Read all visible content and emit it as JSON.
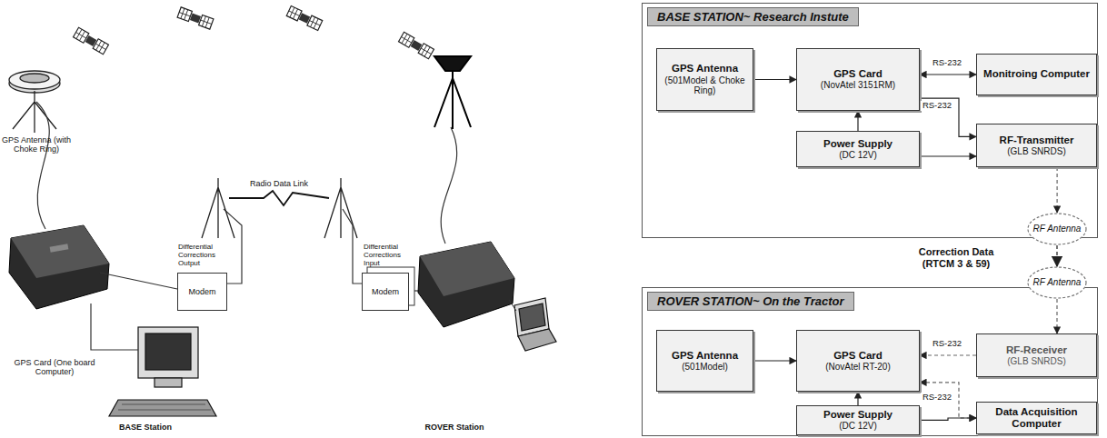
{
  "diagram": {
    "nodes": [
      {
        "text": [
          "Modem"
        ]
      },
      {
        "text": [
          "Modem"
        ]
      },
      {
        "text": [
          "BASE STATION~ Research Instute"
        ]
      },
      {
        "text": [
          "GPS Antenna",
          "(501Model & Choke Ring)"
        ],
        "in": 2
      },
      {
        "text": [
          "GPS Card",
          "(NovAtel 3151RM)"
        ],
        "in": 2
      },
      {
        "text": [
          "Monitroing Computer"
        ],
        "in": 2
      },
      {
        "text": [
          "RF-Transmitter",
          "(GLB SNRDS)"
        ],
        "in": 2
      },
      {
        "text": [
          "Power Supply",
          "(DC 12V)"
        ],
        "in": 2
      },
      {
        "text": [
          "RF Antenna"
        ],
        "in": 2
      },
      {
        "text": [
          "ROVER STATION~ On the Tractor"
        ]
      },
      {
        "text": [
          "RF Antenna"
        ],
        "in": 9
      },
      {
        "text": [
          "GPS Antenna",
          "(501Model)"
        ],
        "in": 9
      },
      {
        "text": [
          "GPS Card",
          "(NovAtel RT-20)"
        ],
        "in": 9
      },
      {
        "text": [
          "RF-Receiver",
          "(GLB SNRDS)"
        ],
        "in": 9
      },
      {
        "text": [
          "Data Acquisition Computer"
        ],
        "in": 9
      },
      {
        "text": [
          "Power Supply",
          "(DC 12V)"
        ],
        "in": 9
      }
    ],
    "edges": [
      {
        "from": 3,
        "to": 4,
        "arrow": "to"
      },
      {
        "from": 4,
        "to": 5,
        "label": "RS-232",
        "arrow": "both"
      },
      {
        "from": 4,
        "to": 6,
        "label": "RS-232",
        "arrow": "to"
      },
      {
        "from": 7,
        "to": 4,
        "arrow": "to"
      },
      {
        "from": 7,
        "to": 6,
        "arrow": "to"
      },
      {
        "from": 6,
        "to": 8,
        "arrow": "to"
      },
      {
        "from": 8,
        "to": 10,
        "label": "Correction Data (RTCM 3 & 59)",
        "arrow": "to"
      },
      {
        "from": 10,
        "to": 13,
        "arrow": "to"
      },
      {
        "from": 13,
        "to": 12,
        "label": "RS-232",
        "arrow": "to"
      },
      {
        "from": 11,
        "to": 12,
        "arrow": "to"
      },
      {
        "from": 12,
        "to": 14,
        "label": "RS-232",
        "arrow": "both"
      },
      {
        "from": 15,
        "to": 12,
        "arrow": "to"
      },
      {
        "from": 15,
        "to": 14,
        "arrow": "to"
      }
    ],
    "labels": [
      "GPS Antenna (with Choke Ring)",
      "Radio Data Link",
      "Differential Corrections Output",
      "Differential Corrections Input",
      "GPS Card (One board Computer)",
      "BASE Station",
      "ROVER Station"
    ]
  }
}
